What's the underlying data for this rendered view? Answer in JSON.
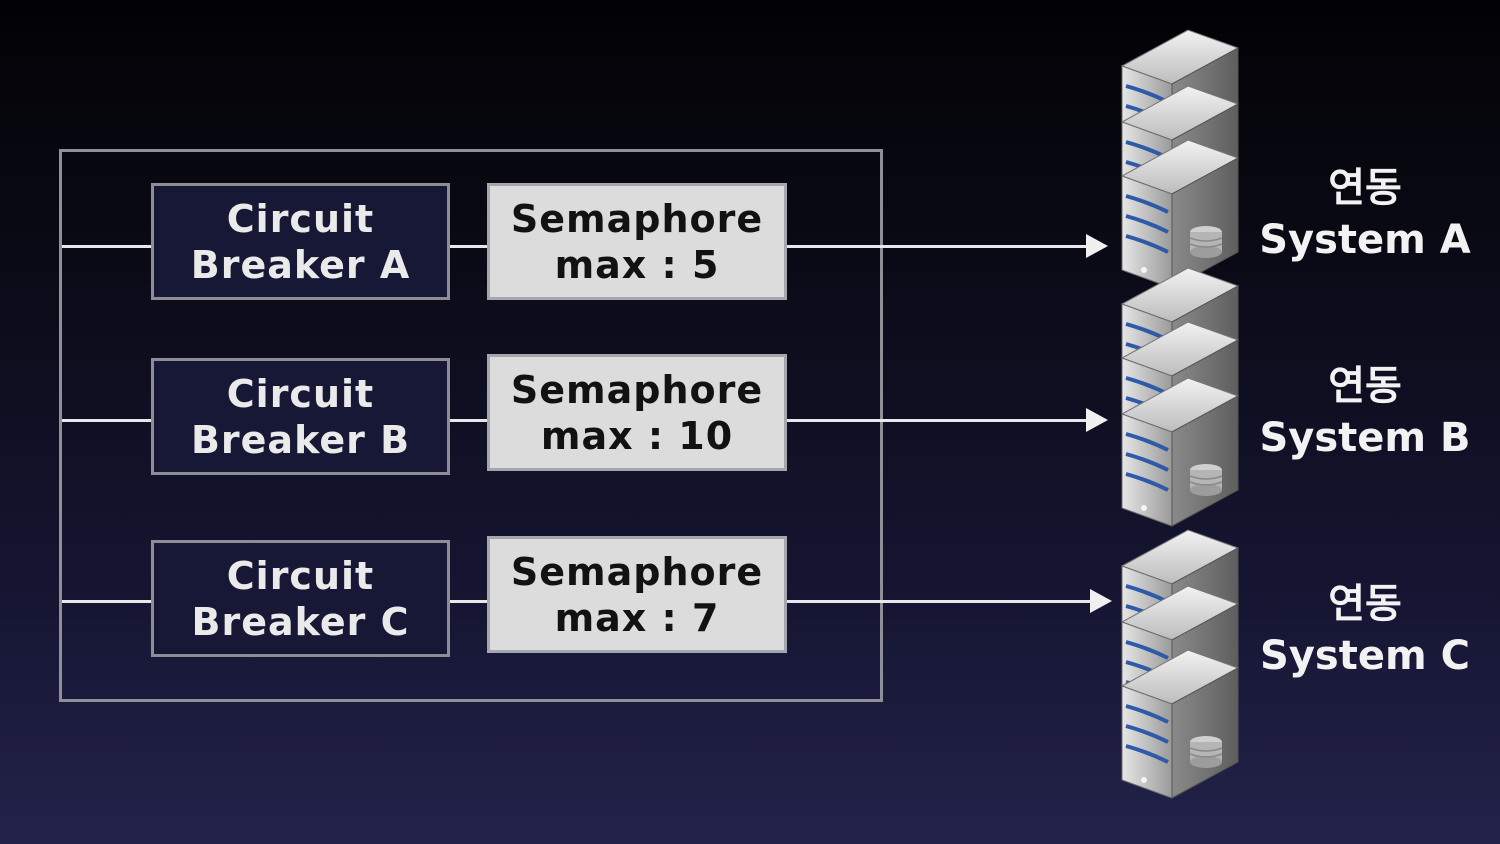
{
  "rows": [
    {
      "breaker_line1": "Circuit",
      "breaker_line2": "Breaker A",
      "semaphore_line1": "Semaphore",
      "semaphore_line2": "max : 5",
      "system_ko": "연동",
      "system_en": "System A"
    },
    {
      "breaker_line1": "Circuit",
      "breaker_line2": "Breaker B",
      "semaphore_line1": "Semaphore",
      "semaphore_line2": "max : 10",
      "system_ko": "연동",
      "system_en": "System B"
    },
    {
      "breaker_line1": "Circuit",
      "breaker_line2": "Breaker C",
      "semaphore_line1": "Semaphore",
      "semaphore_line2": "max : 7",
      "system_ko": "연동",
      "system_en": "System C"
    }
  ],
  "colors": {
    "breaker_fill": "#161835",
    "semaphore_fill": "#dcdcdc",
    "line": "#e8e8ea"
  },
  "icons": [
    "server-stack-icon"
  ]
}
